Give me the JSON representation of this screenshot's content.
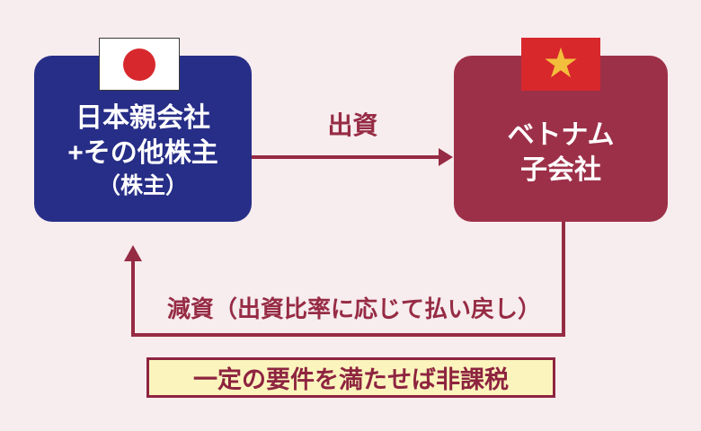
{
  "colors": {
    "bg": "#F7ECEE",
    "navy_box": "#272E87",
    "crimson_box": "#9D3049",
    "line": "#962B44",
    "jp_red": "#D7292D",
    "vn_red": "#D8282C",
    "star_gold": "#F3BE3B",
    "note_fill": "#FBF5BD",
    "note_border": "#8E2440",
    "flag_border": "#3A3A3A",
    "text_white": "#FFFFFF"
  },
  "nodes": {
    "japan_parent": {
      "lines": [
        "日本親会社",
        "+その他株主",
        "（株主）"
      ],
      "flag": "japan-flag",
      "color": "#272E87"
    },
    "vietnam_subsidiary": {
      "lines": [
        "ベトナム",
        "子会社"
      ],
      "flag": "vietnam-flag",
      "color": "#9D3049"
    }
  },
  "icons": {
    "star_glyph": "★"
  },
  "edges": {
    "investment": {
      "label": "出資",
      "from": "japan_parent",
      "to": "vietnam_subsidiary",
      "color": "#962B44"
    },
    "capital_reduction": {
      "label": "減資（出資比率に応じて払い戻し）",
      "from": "vietnam_subsidiary",
      "to": "japan_parent",
      "color": "#962B44"
    }
  },
  "note": {
    "label": "一定の要件を満たせば非課税",
    "fill": "#FBF5BD",
    "border_color": "#8E2440"
  }
}
